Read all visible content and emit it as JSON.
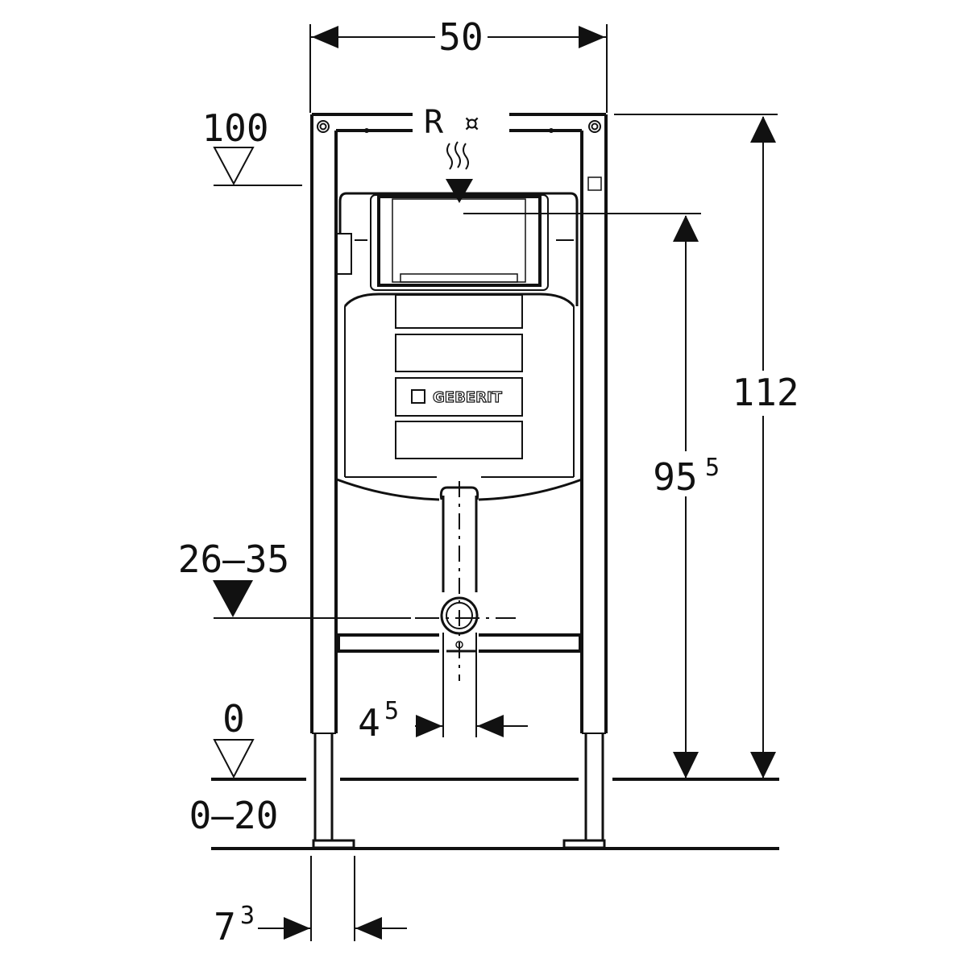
{
  "brand": "GEBERIT",
  "dimensions": {
    "width": "50",
    "height_total": "112",
    "height_drain_main": "95",
    "height_drain_sup": "5",
    "pipe_main": "4",
    "pipe_sup": "5",
    "foot_main": "7",
    "foot_sup": "3"
  },
  "levels": {
    "top": "100",
    "seat": "26–35",
    "floor": "0",
    "floor_range": "0–20"
  },
  "supply_label": "R",
  "supply_symbol": "¤",
  "colors": {
    "ink": "#111111",
    "background": "#ffffff"
  }
}
